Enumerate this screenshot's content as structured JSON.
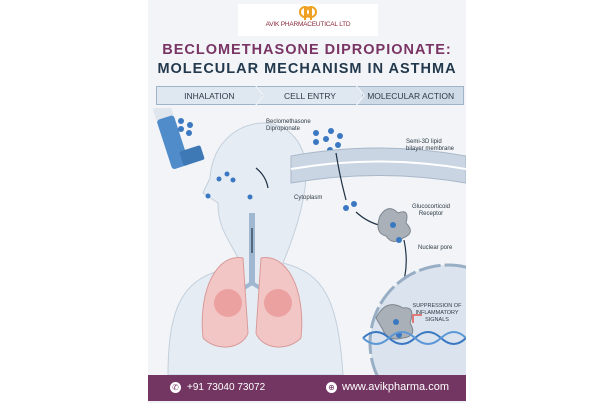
{
  "brand": {
    "name": "AVIK PHARMACEUTICAL LTD",
    "logo_color": "#f0a020"
  },
  "title": {
    "line1": "BECLOMETHASONE DIPROPIONATE:",
    "line2": "MOLECULAR MECHANISM IN ASTHMA"
  },
  "steps": [
    "INHALATION",
    "CELL ENTRY",
    "MOLECULAR ACTION"
  ],
  "labels": {
    "drug": "Beclomethasone Dipropionate",
    "membrane": "Semi-3D lipid bilayer membrane",
    "cytoplasm": "Cytoplasm",
    "receptor": "Glucocorticoid Receptor",
    "nuclear_pore": "Nuclear pore",
    "suppression": "SUPPRESSION OF INFLAMMATORY SIGNALS"
  },
  "footer": {
    "phone": "+91 73040 73072",
    "phone_icon": "phone-icon",
    "website": "www.avikpharma.com",
    "web_icon": "globe-icon"
  },
  "colors": {
    "title_purple": "#7a3464",
    "title_navy": "#23394d",
    "footer": "#733561",
    "molecule": "#3a78c2"
  }
}
